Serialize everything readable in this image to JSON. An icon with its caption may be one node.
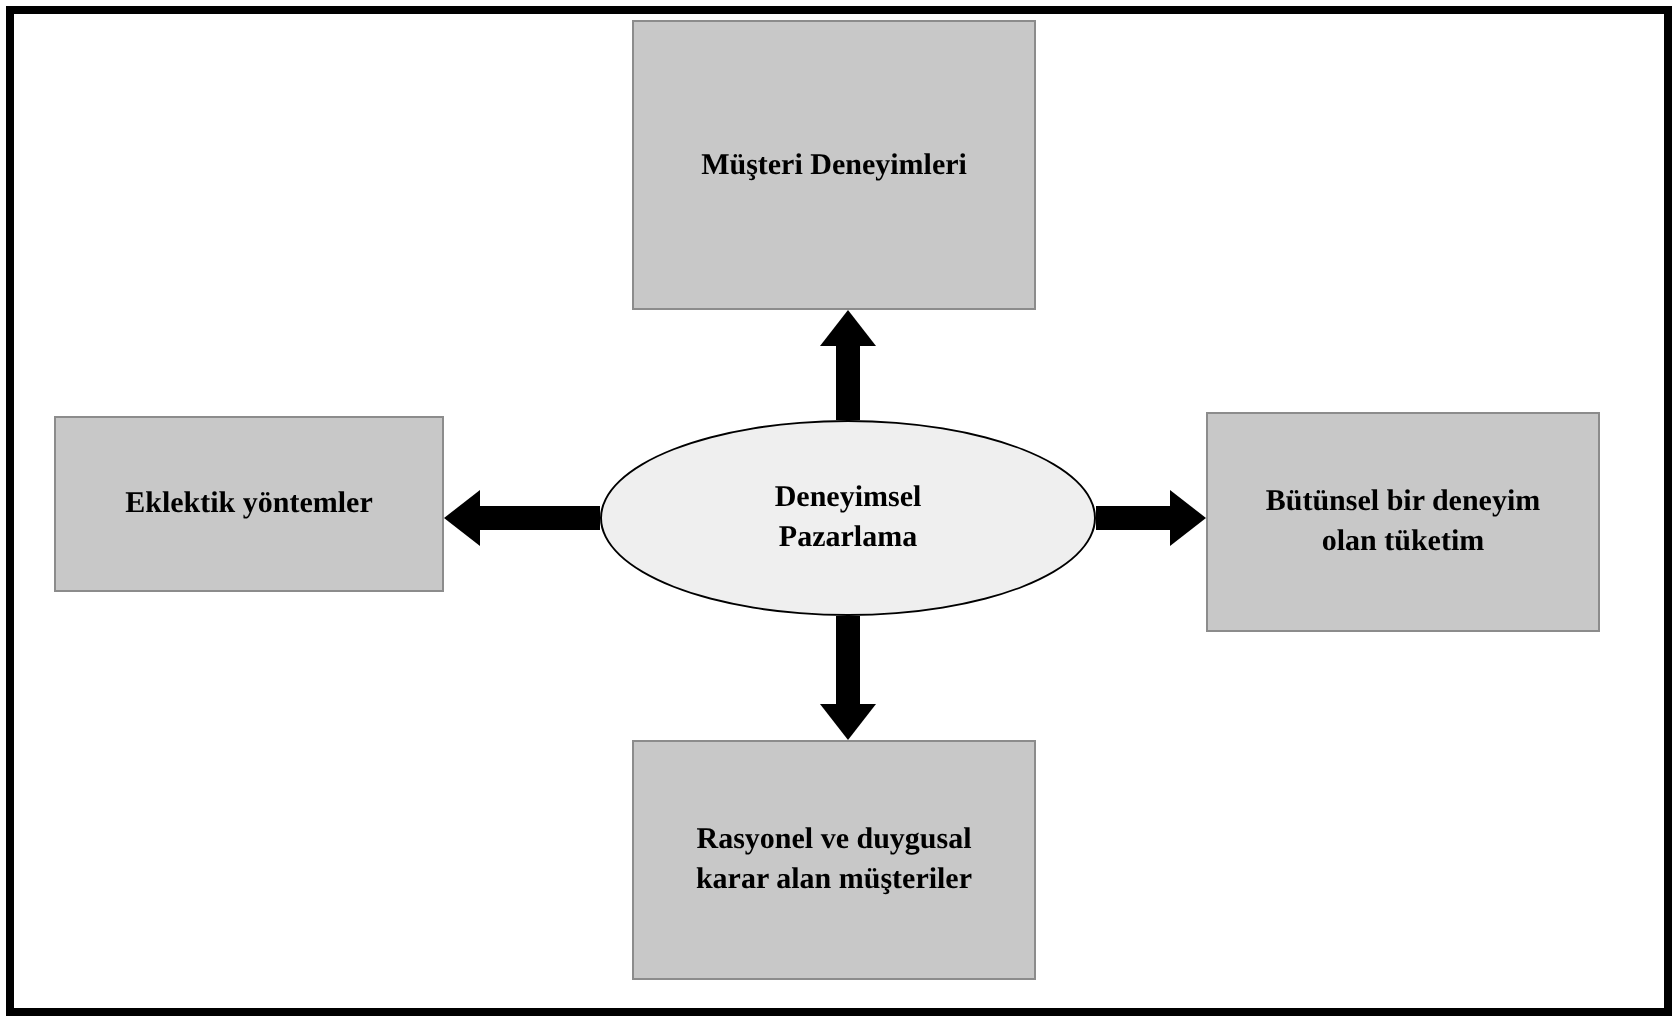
{
  "diagram": {
    "nodes": [
      {
        "text": [
          "Müşteri Deneyimleri"
        ]
      },
      {
        "text": [
          "Eklektik yöntemler"
        ]
      },
      {
        "text": [
          "Deneyimsel Pazarlama"
        ]
      },
      {
        "text": [
          "Bütünsel bir deneyim olan tüketim"
        ]
      },
      {
        "text": [
          "Rasyonel ve duygusal karar alan müşteriler"
        ]
      }
    ],
    "edges": [
      {
        "from": 2,
        "to": 0,
        "arrow": "to"
      },
      {
        "from": 2,
        "to": 1,
        "arrow": "to"
      },
      {
        "from": 2,
        "to": 3,
        "arrow": "to"
      },
      {
        "from": 2,
        "to": 4,
        "arrow": "to"
      }
    ]
  }
}
